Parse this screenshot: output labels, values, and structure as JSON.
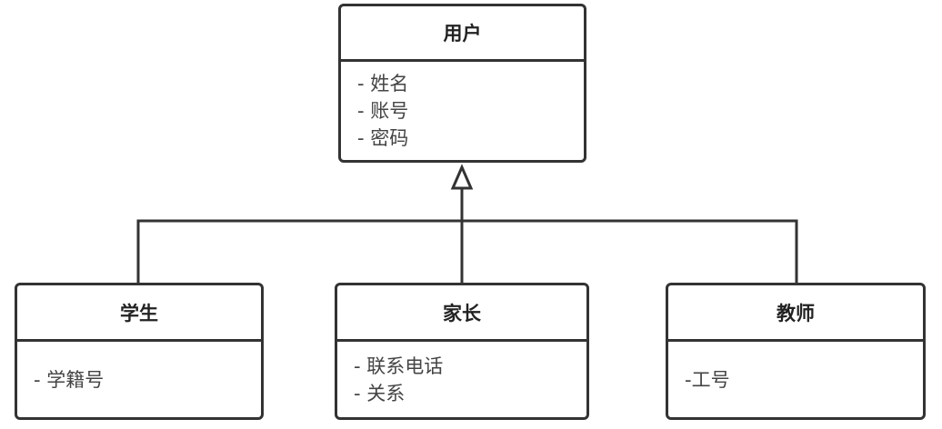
{
  "classes": {
    "user": {
      "name": "用户",
      "attributes": [
        "- 姓名",
        "- 账号",
        "- 密码"
      ]
    },
    "student": {
      "name": "学生",
      "attributes": [
        "- 学籍号"
      ]
    },
    "parent": {
      "name": "家长",
      "attributes": [
        "- 联系电话",
        "- 关系"
      ]
    },
    "teacher": {
      "name": "教师",
      "attributes": [
        "-工号"
      ]
    }
  },
  "relationships": [
    {
      "type": "generalization",
      "from": "student",
      "to": "user"
    },
    {
      "type": "generalization",
      "from": "parent",
      "to": "user"
    },
    {
      "type": "generalization",
      "from": "teacher",
      "to": "user"
    }
  ],
  "colors": {
    "stroke": "#333333",
    "fill": "#ffffff"
  }
}
